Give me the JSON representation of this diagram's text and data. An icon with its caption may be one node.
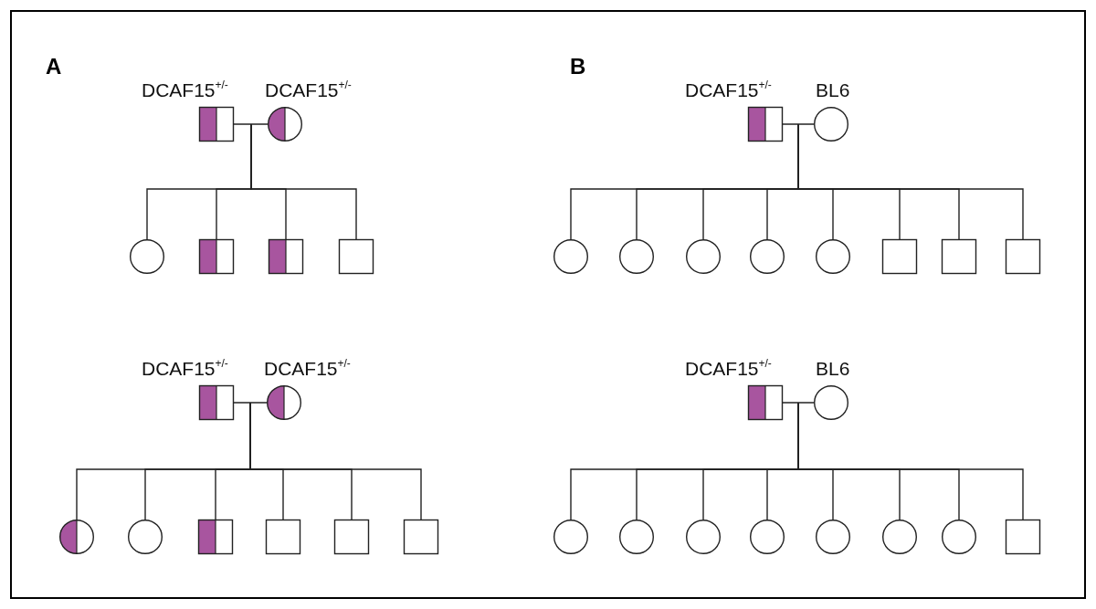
{
  "diagram": {
    "nodes": [
      {
        "text": [
          "DCAF15$^{+/-}$"
        ]
      },
      {
        "text": [
          "DCAF15$^{+/-}$"
        ]
      },
      {
        "text": [],
        "shape": "circle"
      },
      {
        "text": [],
        "shape": "box"
      },
      {
        "text": [],
        "shape": "box"
      },
      {
        "text": [],
        "shape": "box"
      },
      {
        "text": [
          "DCAF15$^{+/-}$"
        ]
      },
      {
        "text": [
          "BL6"
        ]
      },
      {
        "text": [],
        "shape": "circle"
      },
      {
        "text": [],
        "shape": "circle"
      },
      {
        "text": [],
        "shape": "circle"
      },
      {
        "text": [],
        "shape": "circle"
      },
      {
        "text": [],
        "shape": "circle"
      },
      {
        "text": [],
        "shape": "box"
      },
      {
        "text": [],
        "shape": "box"
      },
      {
        "text": [],
        "shape": "box"
      },
      {
        "text": [
          "DCAF15$^{+/-}$"
        ]
      },
      {
        "text": [
          "DCAF15$^{+/-}$"
        ]
      },
      {
        "text": [],
        "shape": "circle"
      },
      {
        "text": [],
        "shape": "circle"
      },
      {
        "text": [],
        "shape": "box"
      },
      {
        "text": [],
        "shape": "box"
      },
      {
        "text": [],
        "shape": "box"
      },
      {
        "text": [],
        "shape": "box"
      },
      {
        "text": [
          "DCAF15$^{+/-}$"
        ]
      },
      {
        "text": [
          "BL6"
        ]
      },
      {
        "text": [],
        "shape": "circle"
      },
      {
        "text": [],
        "shape": "circle"
      },
      {
        "text": [],
        "shape": "circle"
      },
      {
        "text": [],
        "shape": "circle"
      },
      {
        "text": [],
        "shape": "circle"
      },
      {
        "text": [],
        "shape": "circle"
      },
      {
        "text": [],
        "shape": "circle"
      },
      {
        "text": [],
        "shape": "box"
      }
    ],
    "edges": [
      {
        "from": 0,
        "to": 1,
        "arrow": "none"
      },
      {
        "from": null,
        "to": 2,
        "arrow": "none"
      },
      {
        "from": null,
        "to": 3,
        "arrow": "none"
      },
      {
        "from": null,
        "to": 4,
        "arrow": "none"
      },
      {
        "from": null,
        "to": 5,
        "arrow": "none"
      },
      {
        "from": 6,
        "to": 7,
        "arrow": "none"
      },
      {
        "from": null,
        "to": 8,
        "arrow": "none"
      },
      {
        "from": null,
        "to": 9,
        "arrow": "none"
      },
      {
        "from": null,
        "to": 10,
        "arrow": "none"
      },
      {
        "from": null,
        "to": 11,
        "arrow": "none"
      },
      {
        "from": null,
        "to": 12,
        "arrow": "none"
      },
      {
        "from": null,
        "to": 13,
        "arrow": "none"
      },
      {
        "from": null,
        "to": 14,
        "arrow": "none"
      },
      {
        "from": null,
        "to": 15,
        "arrow": "none"
      },
      {
        "from": 16,
        "to": 17,
        "arrow": "none"
      },
      {
        "from": null,
        "to": 18,
        "arrow": "none"
      },
      {
        "from": null,
        "to": 19,
        "arrow": "none"
      },
      {
        "from": null,
        "to": 20,
        "arrow": "none"
      },
      {
        "from": null,
        "to": 21,
        "arrow": "none"
      },
      {
        "from": null,
        "to": 22,
        "arrow": "none"
      },
      {
        "from": null,
        "to": 23,
        "arrow": "none"
      },
      {
        "from": 24,
        "to": 25,
        "arrow": "none"
      },
      {
        "from": null,
        "to": 26,
        "arrow": "none"
      },
      {
        "from": null,
        "to": 27,
        "arrow": "none"
      },
      {
        "from": null,
        "to": 28,
        "arrow": "none"
      },
      {
        "from": null,
        "to": 29,
        "arrow": "none"
      },
      {
        "from": null,
        "to": 30,
        "arrow": "none"
      },
      {
        "from": null,
        "to": 31,
        "arrow": "none"
      },
      {
        "from": null,
        "to": 32,
        "arrow": "none"
      },
      {
        "from": null,
        "to": 33,
        "arrow": "none"
      }
    ],
    "labels": [
      "A",
      "B"
    ]
  }
}
